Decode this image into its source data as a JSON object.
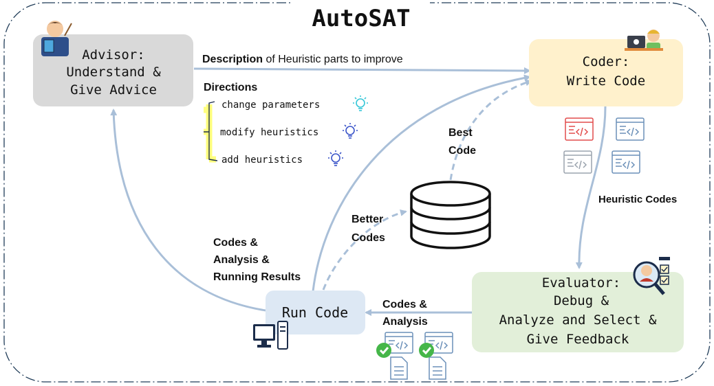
{
  "title": "AutoSAT",
  "colors": {
    "advisor_box": "#d9d9d9",
    "coder_box": "#fff1cc",
    "evaluator_box": "#e2efd9",
    "run_box": "#dde8f4",
    "arrow": "#a9bfd8",
    "highlight": "#ffff66",
    "bulb_cyan": "#35c7d8",
    "bulb_blue": "#3b55c9",
    "check_green": "#45b649",
    "code_red": "#e24b4b"
  },
  "advisor": {
    "line1": "Advisor:",
    "line2": "Understand &",
    "line3": "Give Advice",
    "icon": "teacher-icon"
  },
  "coder": {
    "line1": "Coder:",
    "line2": "Write Code",
    "icon": "programmer-icon"
  },
  "evaluator": {
    "line1": "Evaluator:",
    "line2": "Debug &",
    "line3": "Analyze and Select &",
    "line4": "Give Feedback",
    "icon": "analyst-icon"
  },
  "run": {
    "label": "Run Code",
    "icon": "computer-icon"
  },
  "database": {
    "icon": "database-icon"
  },
  "edges": {
    "description_bold": "Description",
    "description_rest": " of Heuristic parts to improve",
    "directions": "Directions",
    "direction_items": [
      "change parameters",
      "modify heuristics",
      "add heuristics"
    ],
    "best_code_1": "Best",
    "best_code_2": "Code",
    "better_codes_1": "Better",
    "better_codes_2": "Codes",
    "heuristic_codes": "Heuristic Codes",
    "codes_analysis_results_1": "Codes &",
    "codes_analysis_results_2": "Analysis &",
    "codes_analysis_results_3": "Running Results",
    "codes_analysis_1": "Codes &",
    "codes_analysis_2": "Analysis"
  }
}
